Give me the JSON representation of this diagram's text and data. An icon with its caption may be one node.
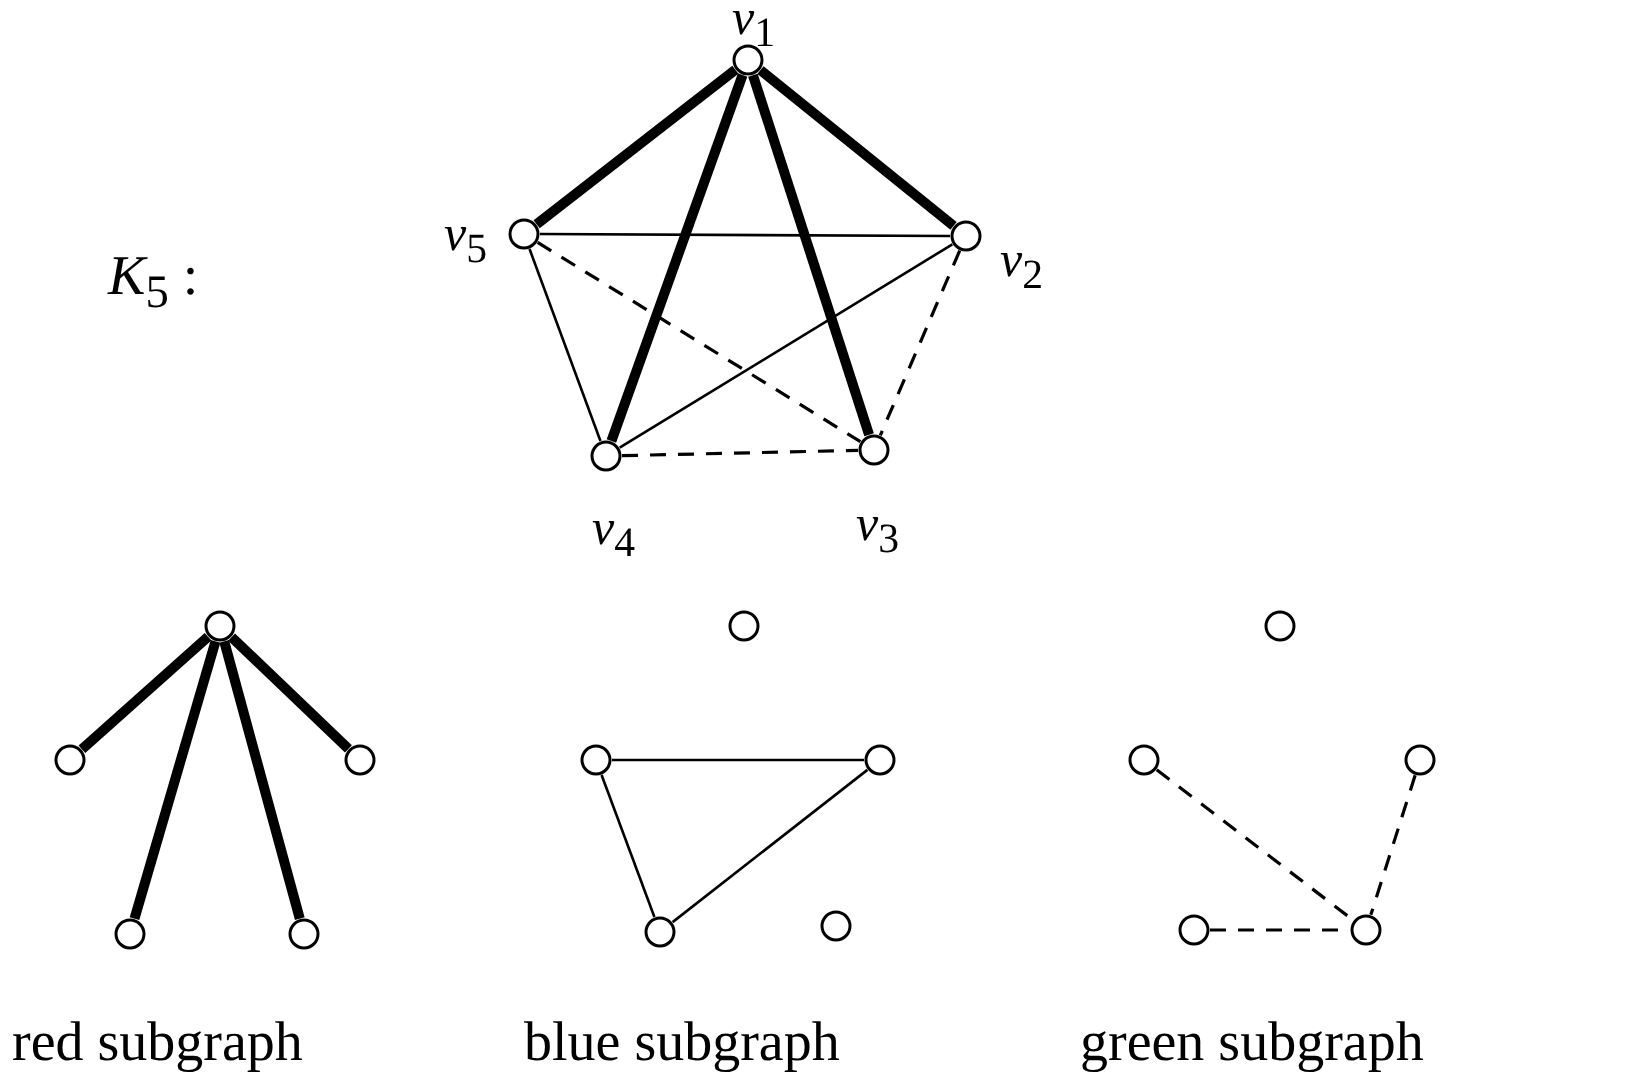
{
  "diagram": {
    "nodes": [
      {
        "text": [
          "*v*$_{1}$"
        ]
      },
      {
        "text": [
          "*v*$_{2}$"
        ]
      },
      {
        "text": [
          "*v*$_{3}$"
        ]
      },
      {
        "text": [
          "*v*$_{4}$"
        ]
      },
      {
        "text": [
          "*v*$_{5}$"
        ]
      },
      {
        "text": [],
        "shape": "circle"
      },
      {
        "text": [],
        "shape": "circle"
      },
      {
        "text": [],
        "shape": "circle"
      },
      {
        "text": [],
        "shape": "circle"
      },
      {
        "text": [],
        "shape": "circle"
      },
      {
        "text": [],
        "shape": "circle"
      },
      {
        "text": [],
        "shape": "circle"
      },
      {
        "text": [],
        "shape": "circle"
      },
      {
        "text": [],
        "shape": "circle"
      },
      {
        "text": [],
        "shape": "circle"
      },
      {
        "text": [],
        "shape": "circle"
      },
      {
        "text": [],
        "shape": "circle"
      },
      {
        "text": [],
        "shape": "circle"
      },
      {
        "text": [],
        "shape": "circle"
      },
      {
        "text": [],
        "shape": "circle"
      }
    ],
    "edges": [
      {
        "from": 0,
        "to": 4,
        "arrow": "none",
        "style": "thick"
      },
      {
        "from": 0,
        "to": 1,
        "arrow": "none",
        "style": "thick"
      },
      {
        "from": 0,
        "to": 3,
        "arrow": "none",
        "style": "thick"
      },
      {
        "from": 0,
        "to": 2,
        "arrow": "none",
        "style": "thick"
      },
      {
        "from": 4,
        "to": 1,
        "arrow": "none"
      },
      {
        "from": 1,
        "to": 3,
        "arrow": "none"
      },
      {
        "from": 4,
        "to": 3,
        "arrow": "none"
      },
      {
        "from": 4,
        "to": 2,
        "arrow": "none",
        "style": "dashed"
      },
      {
        "from": 1,
        "to": 2,
        "arrow": "none",
        "style": "dashed"
      },
      {
        "from": 3,
        "to": 2,
        "arrow": "none",
        "style": "dashed"
      },
      {
        "from": 5,
        "to": 6,
        "arrow": "none",
        "style": "thick"
      },
      {
        "from": 5,
        "to": 7,
        "arrow": "none",
        "style": "thick"
      },
      {
        "from": 5,
        "to": 8,
        "arrow": "none",
        "style": "thick"
      },
      {
        "from": 5,
        "to": 9,
        "arrow": "none",
        "style": "thick"
      },
      {
        "from": 11,
        "to": 12,
        "arrow": "none"
      },
      {
        "from": 11,
        "to": 13,
        "arrow": "none"
      },
      {
        "from": 13,
        "to": 12,
        "arrow": "none"
      },
      {
        "from": 16,
        "to": 19,
        "arrow": "none",
        "style": "dashed"
      },
      {
        "from": 17,
        "to": 19,
        "arrow": "none",
        "style": "dashed"
      },
      {
        "from": 18,
        "to": 19,
        "arrow": "none",
        "style": "dashed"
      }
    ],
    "labels": [
      "*K*$_{5}$ :",
      "red subgraph",
      "blue subgraph",
      "green subgraph"
    ]
  }
}
